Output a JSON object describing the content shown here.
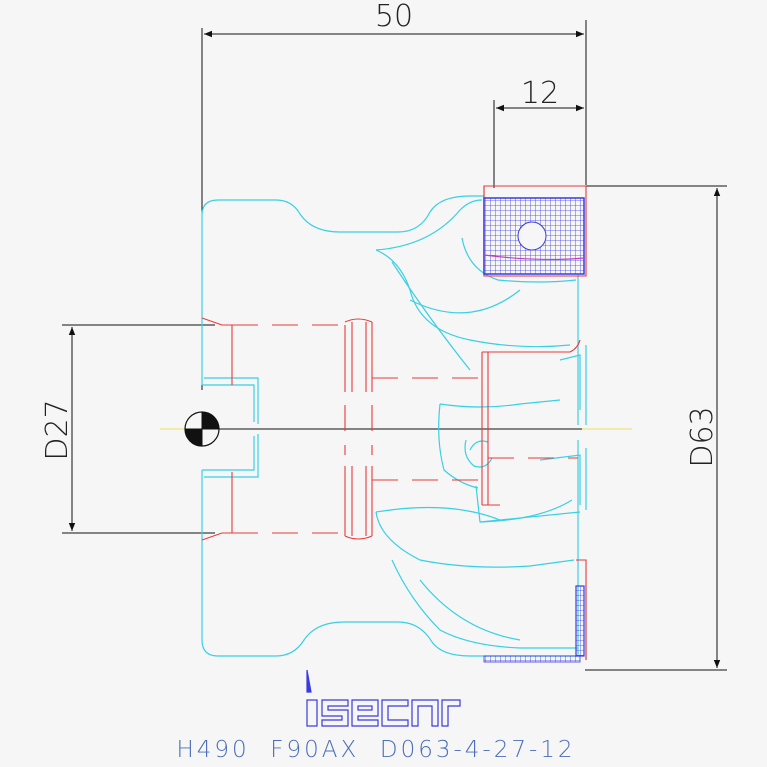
{
  "drawing": {
    "dim_overall_length": "50",
    "dim_insert_width": "12",
    "dim_bore_diameter": "D27",
    "dim_cutting_diameter": "D63",
    "brand": "iscar",
    "part_designation": "H490  F90AX  D063-4-27-12"
  },
  "colors": {
    "background": "#f6f6f6",
    "body_outline": "#39d0e4",
    "hidden_lines": "#e83a3a",
    "insert_hatch": "#3a3adf",
    "dimension_lines": "#111111",
    "centerline": "#e8e060",
    "caption": "#4a6fb8"
  }
}
